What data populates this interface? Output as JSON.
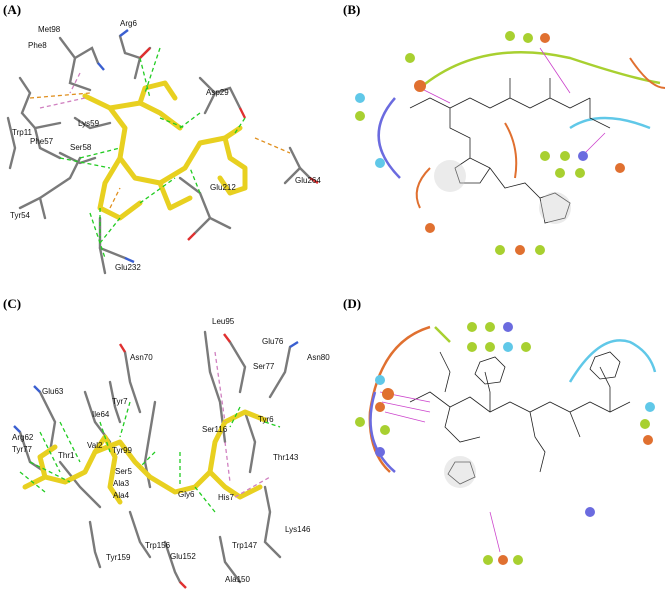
{
  "panels": {
    "A": {
      "label": "(A)",
      "residues": [
        "Met98",
        "Arg6",
        "Phe8",
        "Asp29",
        "Trp11",
        "Lys59",
        "Phe57",
        "Ser58",
        "Glu212",
        "Glu264",
        "Tyr54",
        "Glu232"
      ]
    },
    "B": {
      "label": "(B)"
    },
    "C": {
      "label": "(C)",
      "residues": [
        "Leu95",
        "Glu76",
        "Asn80",
        "Ser77",
        "Asn70",
        "Glu63",
        "Tyr7",
        "Ile64",
        "Arg62",
        "Tyr77",
        "Thr1",
        "Val2",
        "Tyr99",
        "Ser116",
        "Tyr6",
        "Ser5",
        "Thr143",
        "Ala3",
        "Ala4",
        "Gly6",
        "His7",
        "Trp156",
        "Lys146",
        "Tyr159",
        "Glu152",
        "Trp147",
        "Ala150"
      ]
    },
    "D": {
      "label": "(D)"
    }
  },
  "colors": {
    "ligand": "#f0e030",
    "hbond": "#22cc22",
    "pipi": "#d080c0",
    "salt": "#e09020",
    "carbon": "#777777"
  }
}
